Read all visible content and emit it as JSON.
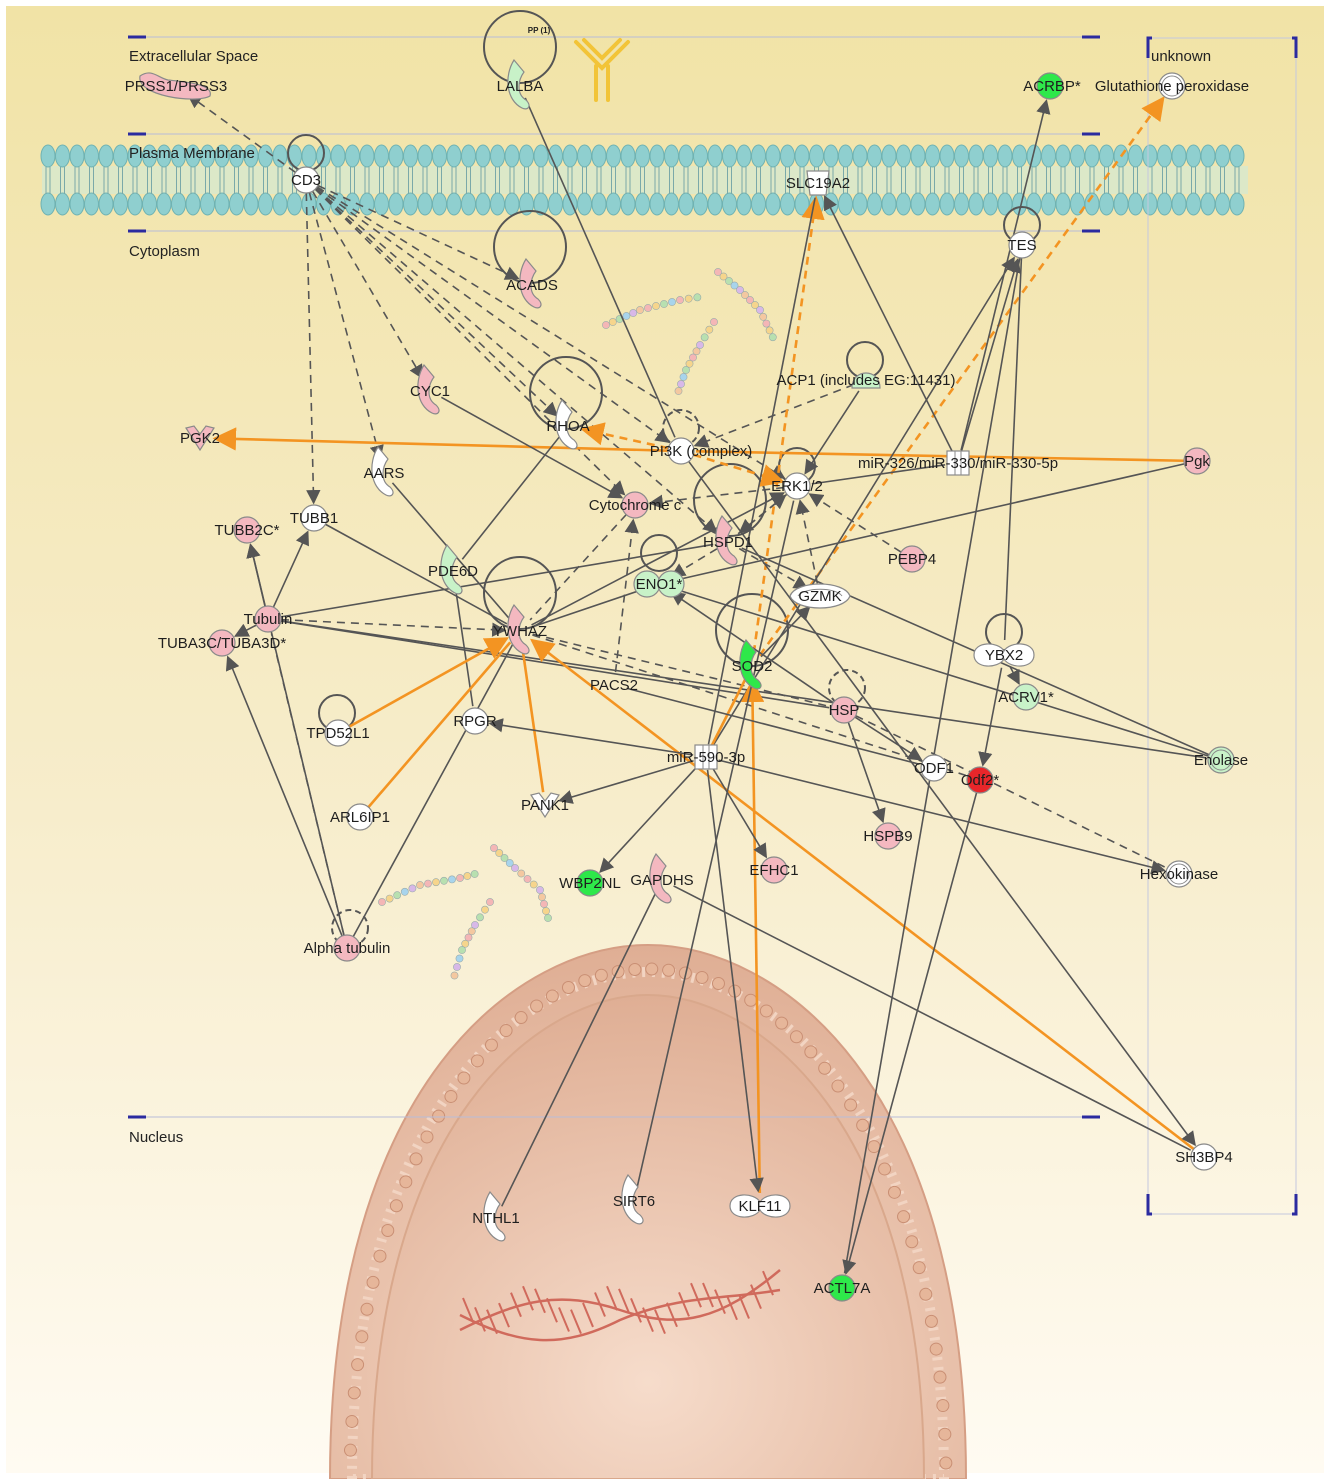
{
  "regions": {
    "extracellular": "Extracellular Space",
    "plasma_membrane": "Plasma Membrane",
    "cytoplasm": "Cytoplasm",
    "nucleus": "Nucleus",
    "unknown": "unknown"
  },
  "pp_badge": "PP (1)",
  "colors": {
    "up_strong": "#2ee84a",
    "up_light": "#c8f2c8",
    "down_strong": "#e8262a",
    "down_light": "#f4b8c0",
    "neutral": "#ffffff",
    "edge": "#555555",
    "prediction_edge": "#f39422"
  },
  "nodes": [
    {
      "id": "PRSS1_PRSS3",
      "label": "PRSS1/PRSS3",
      "shape": "peptidase",
      "color": "down_light"
    },
    {
      "id": "LALBA",
      "label": "LALBA",
      "shape": "enzyme",
      "color": "up_light"
    },
    {
      "id": "ACRBP",
      "label": "ACRBP*",
      "shape": "circle",
      "color": "up_strong"
    },
    {
      "id": "GPX",
      "label": "Glutathione peroxidase",
      "shape": "circle-ring",
      "color": "neutral"
    },
    {
      "id": "CD3",
      "label": "CD3",
      "shape": "circle",
      "color": "neutral"
    },
    {
      "id": "SLC19A2",
      "label": "SLC19A2",
      "shape": "transporter",
      "color": "neutral"
    },
    {
      "id": "TES",
      "label": "TES",
      "shape": "circle",
      "color": "neutral"
    },
    {
      "id": "ACADS",
      "label": "ACADS",
      "shape": "enzyme",
      "color": "down_light"
    },
    {
      "id": "CYC1",
      "label": "CYC1",
      "shape": "enzyme",
      "color": "down_light"
    },
    {
      "id": "PGK2",
      "label": "PGK2",
      "shape": "kinase",
      "color": "down_light"
    },
    {
      "id": "RHOA",
      "label": "RHOA",
      "shape": "enzyme",
      "color": "neutral"
    },
    {
      "id": "PI3K",
      "label": "PI3K (complex)",
      "shape": "circle",
      "color": "neutral"
    },
    {
      "id": "ACP1",
      "label": "ACP1 (includes EG:11431)",
      "shape": "phosphatase",
      "color": "up_light"
    },
    {
      "id": "MIR326",
      "label": "miR-326/miR-330/miR-330-5p",
      "shape": "mirna",
      "color": "neutral"
    },
    {
      "id": "PGK",
      "label": "Pgk",
      "shape": "circle",
      "color": "down_light"
    },
    {
      "id": "AARS",
      "label": "AARS",
      "shape": "enzyme",
      "color": "neutral"
    },
    {
      "id": "ERK12",
      "label": "ERK1/2",
      "shape": "circle",
      "color": "neutral"
    },
    {
      "id": "CYTC",
      "label": "Cytochrome c",
      "shape": "circle",
      "color": "down_light"
    },
    {
      "id": "TUBB2C",
      "label": "TUBB2C*",
      "shape": "circle",
      "color": "down_light"
    },
    {
      "id": "TUBB1",
      "label": "TUBB1",
      "shape": "circle",
      "color": "neutral"
    },
    {
      "id": "HSPD1",
      "label": "HSPD1",
      "shape": "enzyme",
      "color": "down_light"
    },
    {
      "id": "PEBP4",
      "label": "PEBP4",
      "shape": "circle",
      "color": "down_light"
    },
    {
      "id": "PDE6D",
      "label": "PDE6D",
      "shape": "enzyme",
      "color": "up_light"
    },
    {
      "id": "ENO1",
      "label": "ENO1*",
      "shape": "pair",
      "color": "up_light"
    },
    {
      "id": "GZMK",
      "label": "GZMK",
      "shape": "protease",
      "color": "neutral"
    },
    {
      "id": "TUBULIN",
      "label": "Tubulin",
      "shape": "circle",
      "color": "down_light"
    },
    {
      "id": "TUBA3C",
      "label": "TUBA3C/TUBA3D*",
      "shape": "circle",
      "color": "down_light"
    },
    {
      "id": "YWHAZ",
      "label": "YWHAZ",
      "shape": "enzyme",
      "color": "down_light"
    },
    {
      "id": "YBX2",
      "label": "YBX2",
      "shape": "tf",
      "color": "neutral"
    },
    {
      "id": "SOD2",
      "label": "SOD2",
      "shape": "enzyme",
      "color": "up_strong"
    },
    {
      "id": "PACS2",
      "label": "PACS2",
      "shape": "none",
      "color": "neutral"
    },
    {
      "id": "ACRV1",
      "label": "ACRV1*",
      "shape": "circle",
      "color": "up_light"
    },
    {
      "id": "HSP",
      "label": "HSP",
      "shape": "circle",
      "color": "down_light"
    },
    {
      "id": "TPD52L1",
      "label": "TPD52L1",
      "shape": "circle",
      "color": "neutral"
    },
    {
      "id": "RPGR",
      "label": "RPGR",
      "shape": "circle",
      "color": "neutral"
    },
    {
      "id": "MIR590",
      "label": "miR-590-3p",
      "shape": "mirna",
      "color": "neutral"
    },
    {
      "id": "ENOLASE",
      "label": "Enolase",
      "shape": "circle-ring",
      "color": "up_light"
    },
    {
      "id": "ODF1",
      "label": "ODF1",
      "shape": "circle",
      "color": "neutral"
    },
    {
      "id": "ODF2",
      "label": "Odf2*",
      "shape": "circle",
      "color": "down_strong"
    },
    {
      "id": "ARL6IP1",
      "label": "ARL6IP1",
      "shape": "circle",
      "color": "neutral"
    },
    {
      "id": "PANK1",
      "label": "PANK1",
      "shape": "kinase",
      "color": "neutral"
    },
    {
      "id": "HSPB9",
      "label": "HSPB9",
      "shape": "circle",
      "color": "down_light"
    },
    {
      "id": "WBP2NL",
      "label": "WBP2NL",
      "shape": "circle",
      "color": "up_strong"
    },
    {
      "id": "GAPDHS",
      "label": "GAPDHS",
      "shape": "enzyme",
      "color": "down_light"
    },
    {
      "id": "EFHC1",
      "label": "EFHC1",
      "shape": "circle",
      "color": "down_light"
    },
    {
      "id": "HEXOKINASE",
      "label": "Hexokinase",
      "shape": "circle-ring",
      "color": "neutral"
    },
    {
      "id": "ALPHATUB",
      "label": "Alpha tubulin",
      "shape": "circle",
      "color": "down_light"
    },
    {
      "id": "SH3BP4",
      "label": "SH3BP4",
      "shape": "circle",
      "color": "neutral"
    },
    {
      "id": "NTHL1",
      "label": "NTHL1",
      "shape": "enzyme",
      "color": "neutral"
    },
    {
      "id": "SIRT6",
      "label": "SIRT6",
      "shape": "enzyme",
      "color": "neutral"
    },
    {
      "id": "KLF11",
      "label": "KLF11",
      "shape": "tf",
      "color": "neutral"
    },
    {
      "id": "ACTL7A",
      "label": "ACTL7A",
      "shape": "circle",
      "color": "up_strong"
    }
  ],
  "edges": [
    {
      "from": "CD3",
      "to": "PRSS1_PRSS3",
      "style": "dashed",
      "arrow": true
    },
    {
      "from": "CD3",
      "to": "ACADS",
      "style": "dashed",
      "arrow": true
    },
    {
      "from": "CD3",
      "to": "CYC1",
      "style": "dashed",
      "arrow": true
    },
    {
      "from": "CD3",
      "to": "AARS",
      "style": "dashed",
      "arrow": true
    },
    {
      "from": "CD3",
      "to": "TUBB1",
      "style": "dashed",
      "arrow": true
    },
    {
      "from": "CD3",
      "to": "RHOA",
      "style": "dashed",
      "arrow": true
    },
    {
      "from": "CD3",
      "to": "PI3K",
      "style": "dashed",
      "arrow": true
    },
    {
      "from": "CD3",
      "to": "ERK12",
      "style": "dashed",
      "arrow": true
    },
    {
      "from": "CD3",
      "to": "CYTC",
      "style": "dashed",
      "arrow": true
    },
    {
      "from": "CD3",
      "to": "HSPD1",
      "style": "dashed",
      "arrow": true
    },
    {
      "from": "LALBA",
      "to": "PI3K",
      "style": "solid",
      "arrow": false
    },
    {
      "from": "PI3K",
      "to": "PGK2",
      "style": "solid",
      "arrow": true,
      "kind": "prediction"
    },
    {
      "from": "PGK",
      "to": "PI3K",
      "style": "solid",
      "arrow": false,
      "kind": "prediction"
    },
    {
      "from": "PI3K",
      "to": "RHOA",
      "style": "dashed",
      "arrow": true,
      "kind": "prediction"
    },
    {
      "from": "PI3K",
      "to": "ERK12",
      "style": "dashed",
      "arrow": true,
      "kind": "prediction"
    },
    {
      "from": "ACP1",
      "to": "PI3K",
      "style": "dashed",
      "arrow": true
    },
    {
      "from": "ACP1",
      "to": "ERK12",
      "style": "solid",
      "arrow": true
    },
    {
      "from": "SOD2",
      "to": "SLC19A2",
      "style": "dashed",
      "arrow": true,
      "kind": "prediction"
    },
    {
      "from": "SOD2",
      "to": "GPX",
      "style": "dashed",
      "arrow": true,
      "kind": "prediction"
    },
    {
      "from": "MIR326",
      "to": "SLC19A2",
      "style": "solid",
      "arrow": true
    },
    {
      "from": "MIR326",
      "to": "ACRBP",
      "style": "solid",
      "arrow": true
    },
    {
      "from": "MIR326",
      "to": "TES",
      "style": "solid",
      "arrow": true
    },
    {
      "from": "MIR326",
      "to": "ERK12",
      "style": "solid",
      "arrow": false
    },
    {
      "from": "MIR590",
      "to": "TES",
      "style": "solid",
      "arrow": true
    },
    {
      "from": "ERK12",
      "to": "CYTC",
      "style": "dashed",
      "arrow": true
    },
    {
      "from": "ERK12",
      "to": "HSPD1",
      "style": "dashed",
      "arrow": true
    },
    {
      "from": "PEBP4",
      "to": "ERK12",
      "style": "dashed",
      "arrow": true
    },
    {
      "from": "HSPD1",
      "to": "ERK12",
      "style": "dashed",
      "arrow": true
    },
    {
      "from": "HSPD1",
      "to": "GZMK",
      "style": "dashed",
      "arrow": true
    },
    {
      "from": "HSPD1",
      "to": "ENO1",
      "style": "dashed",
      "arrow": true
    },
    {
      "from": "RHOA",
      "to": "PDE6D",
      "style": "solid",
      "arrow": false
    },
    {
      "from": "CYC1",
      "to": "CYTC",
      "style": "solid",
      "arrow": true
    },
    {
      "from": "CYTC",
      "to": "YWHAZ",
      "style": "dashed",
      "arrow": false
    },
    {
      "from": "PACS2",
      "to": "CYTC",
      "style": "dashed",
      "arrow": true
    },
    {
      "from": "TUBULIN",
      "to": "TUBB2C",
      "style": "solid",
      "arrow": true
    },
    {
      "from": "TUBULIN",
      "to": "TUBB1",
      "style": "solid",
      "arrow": true
    },
    {
      "from": "TUBULIN",
      "to": "TUBA3C",
      "style": "solid",
      "arrow": true
    },
    {
      "from": "TUBULIN",
      "to": "YWHAZ",
      "style": "dashed",
      "arrow": true
    },
    {
      "from": "TUBULIN",
      "to": "HSPD1",
      "style": "solid",
      "arrow": false
    },
    {
      "from": "TUBULIN",
      "to": "HSP",
      "style": "solid",
      "arrow": false
    },
    {
      "from": "TUBULIN",
      "to": "ENOLASE",
      "style": "solid",
      "arrow": false
    },
    {
      "from": "TUBB1",
      "to": "YWHAZ",
      "style": "solid",
      "arrow": false
    },
    {
      "from": "ALPHATUB",
      "to": "TUBA3C",
      "style": "solid",
      "arrow": true
    },
    {
      "from": "ALPHATUB",
      "to": "TUBB2C",
      "style": "solid",
      "arrow": true
    },
    {
      "from": "ALPHATUB",
      "to": "TUBULIN",
      "style": "dashed",
      "arrow": false
    },
    {
      "from": "ALPHATUB",
      "to": "YWHAZ",
      "style": "solid",
      "arrow": false
    },
    {
      "from": "AARS",
      "to": "YWHAZ",
      "style": "solid",
      "arrow": false
    },
    {
      "from": "PDE6D",
      "to": "RPGR",
      "style": "solid",
      "arrow": false
    },
    {
      "from": "YWHAZ",
      "to": "ERK12",
      "style": "solid",
      "arrow": true
    },
    {
      "from": "YWHAZ",
      "to": "ENO1",
      "style": "solid",
      "arrow": false
    },
    {
      "from": "YWHAZ",
      "to": "HSP",
      "style": "dashed",
      "arrow": false
    },
    {
      "from": "YWHAZ",
      "to": "ODF2",
      "style": "dashed",
      "arrow": false
    },
    {
      "from": "TPD52L1",
      "to": "YWHAZ",
      "style": "solid",
      "arrow": true,
      "kind": "prediction"
    },
    {
      "from": "ARL6IP1",
      "to": "YWHAZ",
      "style": "solid",
      "arrow": false,
      "kind": "prediction"
    },
    {
      "from": "PANK1",
      "to": "YWHAZ",
      "style": "solid",
      "arrow": false,
      "kind": "prediction"
    },
    {
      "from": "SH3BP4",
      "to": "YWHAZ",
      "style": "solid",
      "arrow": true,
      "kind": "prediction"
    },
    {
      "from": "MIR590",
      "to": "SOD2",
      "style": "solid",
      "arrow": false,
      "kind": "prediction"
    },
    {
      "from": "KLF11",
      "to": "SOD2",
      "style": "solid",
      "arrow": true,
      "kind": "prediction"
    },
    {
      "from": "MIR590",
      "to": "RPGR",
      "style": "solid",
      "arrow": true
    },
    {
      "from": "MIR590",
      "to": "PANK1",
      "style": "solid",
      "arrow": true
    },
    {
      "from": "MIR590",
      "to": "WBP2NL",
      "style": "solid",
      "arrow": true
    },
    {
      "from": "MIR590",
      "to": "EFHC1",
      "style": "solid",
      "arrow": true
    },
    {
      "from": "MIR590",
      "to": "KLF11",
      "style": "solid",
      "arrow": true
    },
    {
      "from": "MIR590",
      "to": "HEXOKINASE",
      "style": "solid",
      "arrow": true
    },
    {
      "from": "MIR590",
      "to": "SLC19A2",
      "style": "solid",
      "arrow": false
    },
    {
      "from": "HSP",
      "to": "HSPB9",
      "style": "solid",
      "arrow": true
    },
    {
      "from": "HSP",
      "to": "ODF1",
      "style": "solid",
      "arrow": true
    },
    {
      "from": "HSP",
      "to": "ENO1",
      "style": "solid",
      "arrow": true
    },
    {
      "from": "HSP",
      "to": "HEXOKINASE",
      "style": "dashed",
      "arrow": false
    },
    {
      "from": "YBX2",
      "to": "ACRV1",
      "style": "solid",
      "arrow": true
    },
    {
      "from": "YBX2",
      "to": "ODF2",
      "style": "solid",
      "arrow": true
    },
    {
      "from": "TES",
      "to": "YBX2",
      "style": "solid",
      "arrow": false
    },
    {
      "from": "ODF2",
      "to": "ACTL7A",
      "style": "solid",
      "arrow": true
    },
    {
      "from": "TES",
      "to": "ACTL7A",
      "style": "solid",
      "arrow": false
    },
    {
      "from": "PGK",
      "to": "ENO1",
      "style": "solid",
      "arrow": false
    },
    {
      "from": "ENOLASE",
      "to": "HSPD1",
      "style": "solid",
      "arrow": false
    },
    {
      "from": "ENOLASE",
      "to": "ENO1",
      "style": "solid",
      "arrow": false
    },
    {
      "from": "GAPDHS",
      "to": "SH3BP4",
      "style": "solid",
      "arrow": false
    },
    {
      "from": "NTHL1",
      "to": "GAPDHS",
      "style": "solid",
      "arrow": false
    },
    {
      "from": "SIRT6",
      "to": "ERK12",
      "style": "solid",
      "arrow": false
    },
    {
      "from": "SOD2",
      "to": "GZMK",
      "style": "solid",
      "arrow": true
    },
    {
      "from": "PI3K",
      "to": "SH3BP4",
      "style": "solid",
      "arrow": true
    },
    {
      "from": "PACS2",
      "to": "ODF1",
      "style": "solid",
      "arrow": false
    },
    {
      "from": "GZMK",
      "to": "ERK12",
      "style": "dashed",
      "arrow": true
    }
  ]
}
